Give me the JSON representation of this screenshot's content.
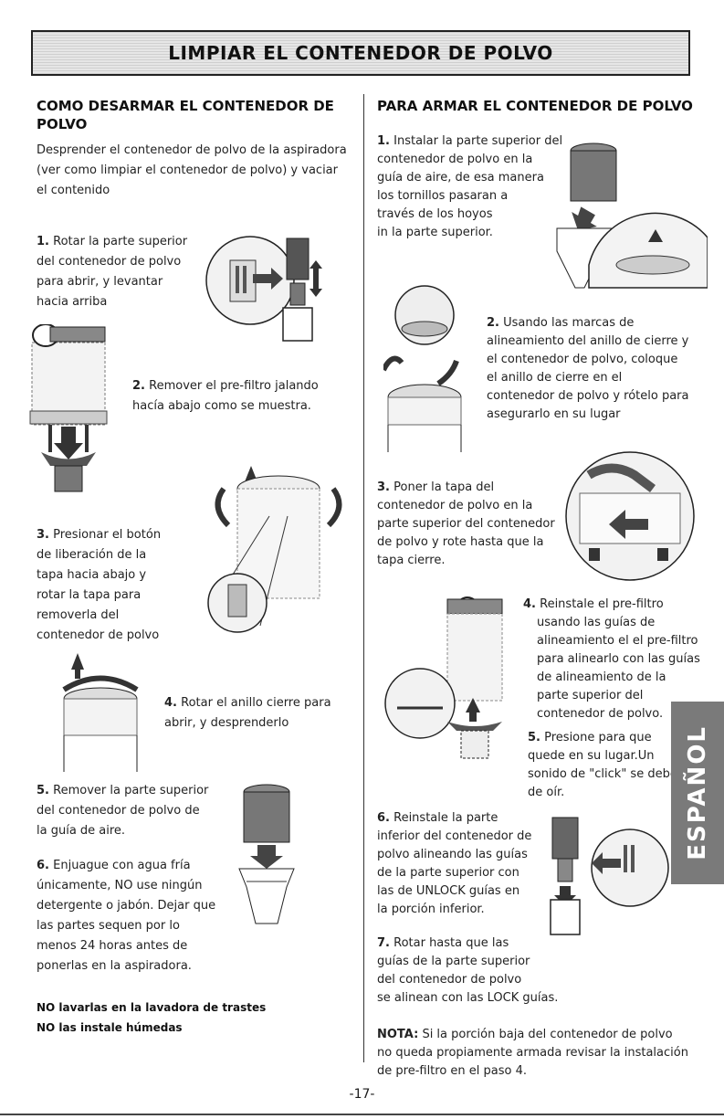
{
  "title": "LIMPIAR EL CONTENEDOR DE POLVO",
  "left": {
    "heading_line1": "COMO DESARMAR EL CONTENEDOR DE",
    "heading_line2": "POLVO",
    "intro": [
      "Desprender el contenedor de polvo de la aspiradora",
      "(ver como limpiar el contenedor de polvo) y vaciar",
      "el contenido"
    ],
    "step1_num": "1.",
    "step1": [
      "Rotar la parte superior",
      "del contenedor de polvo",
      "para abrir, y levantar",
      "hacia arriba"
    ],
    "step2_num": "2.",
    "step2": [
      "Remover el pre-filtro jalando",
      "hacía abajo como se muestra."
    ],
    "step3_num": "3.",
    "step3": [
      "Presionar el botón",
      "de liberación de la",
      "tapa hacia abajo y",
      "rotar la tapa para",
      "removerla del",
      "contenedor de polvo"
    ],
    "step4_num": "4.",
    "step4": [
      "Rotar el anillo cierre para",
      "abrir, y desprenderlo"
    ],
    "step5_num": "5.",
    "step5": [
      "Remover la parte superior",
      "del contenedor de polvo de",
      "la guía de aire."
    ],
    "step6_num": "6.",
    "step6": [
      "Enjuague con agua fría",
      "únicamente, NO use ningún",
      "detergente o jabón. Dejar que",
      "las partes sequen por lo",
      "menos 24 horas antes de",
      "ponerlas en la aspiradora."
    ],
    "warn1": "NO lavarlas en la lavadora de trastes",
    "warn2": "NO las instale húmedas"
  },
  "right": {
    "heading": "PARA ARMAR EL CONTENEDOR DE POLVO",
    "step1_num": "1.",
    "step1": [
      "Instalar la parte superior del",
      "contenedor de polvo en la",
      "guía de aire, de esa manera",
      "los tornillos pasaran a",
      "través de los hoyos",
      "in la parte superior."
    ],
    "step2_num": "2.",
    "step2": [
      "Usando las marcas de",
      "alineamiento del anillo de cierre y",
      "el contenedor de polvo, coloque",
      "el anillo de cierre en el",
      "contenedor de polvo y rótelo para",
      "asegurarlo en su lugar"
    ],
    "step3_num": "3.",
    "step3": [
      "Poner la tapa del",
      "contenedor de polvo en la",
      "parte superior del contenedor",
      "de polvo y rote hasta que la",
      "tapa cierre."
    ],
    "step4_num": "4.",
    "step4": [
      "Reinstale el pre-filtro",
      "usando las guías de",
      "alineamiento el el pre-filtro",
      "para alinearlo con las guías",
      "de alineamiento de la",
      "parte superior del",
      "contenedor de polvo."
    ],
    "step5_num": "5.",
    "step5": [
      "Presione para que",
      "quede en su lugar.Un",
      "sonido de \"click\" se debe",
      "de oír."
    ],
    "step6_num": "6.",
    "step6": [
      "Reinstale la parte",
      "inferior del contenedor de",
      "polvo alineando las guías",
      "de la parte superior con",
      "las de UNLOCK guías en",
      "la porción inferior."
    ],
    "step7_num": "7.",
    "step7": [
      "Rotar hasta que las",
      "guías de la parte superior",
      "del contenedor de polvo",
      "se alinean con las LOCK guías."
    ],
    "note_label": "NOTA:",
    "note": [
      "Si la porción baja del contenedor de polvo",
      "no queda propiamente armada revisar la instalación",
      "de pre-filtro en el paso 4."
    ]
  },
  "side_tab": "ESPAÑOL",
  "page_number": "-17-"
}
